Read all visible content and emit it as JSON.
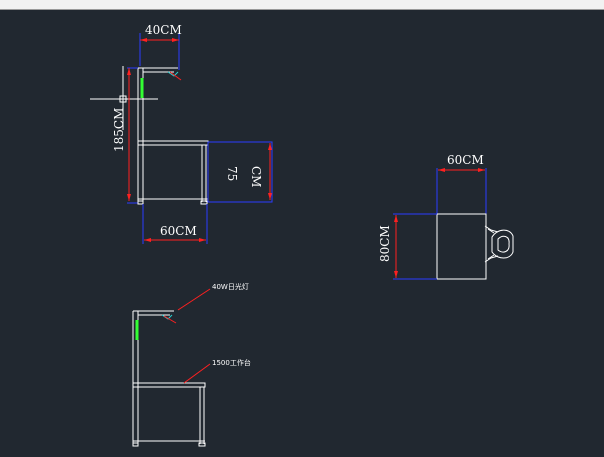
{
  "dimensions": {
    "top_width": "40CM",
    "height": "185CM",
    "table_width": "60CM",
    "table_height_num": "75",
    "table_height_unit": "CM",
    "plan_width": "60CM",
    "plan_depth": "80CM"
  },
  "annotations": {
    "lamp": "40W日光灯",
    "bench": "1500工作台"
  },
  "colors": {
    "background": "#212830",
    "line": "#ffffff",
    "dimension": "#ff2020",
    "extension": "#2a3cff",
    "accent_green": "#33ff33",
    "lamp": "#29d0d0"
  }
}
